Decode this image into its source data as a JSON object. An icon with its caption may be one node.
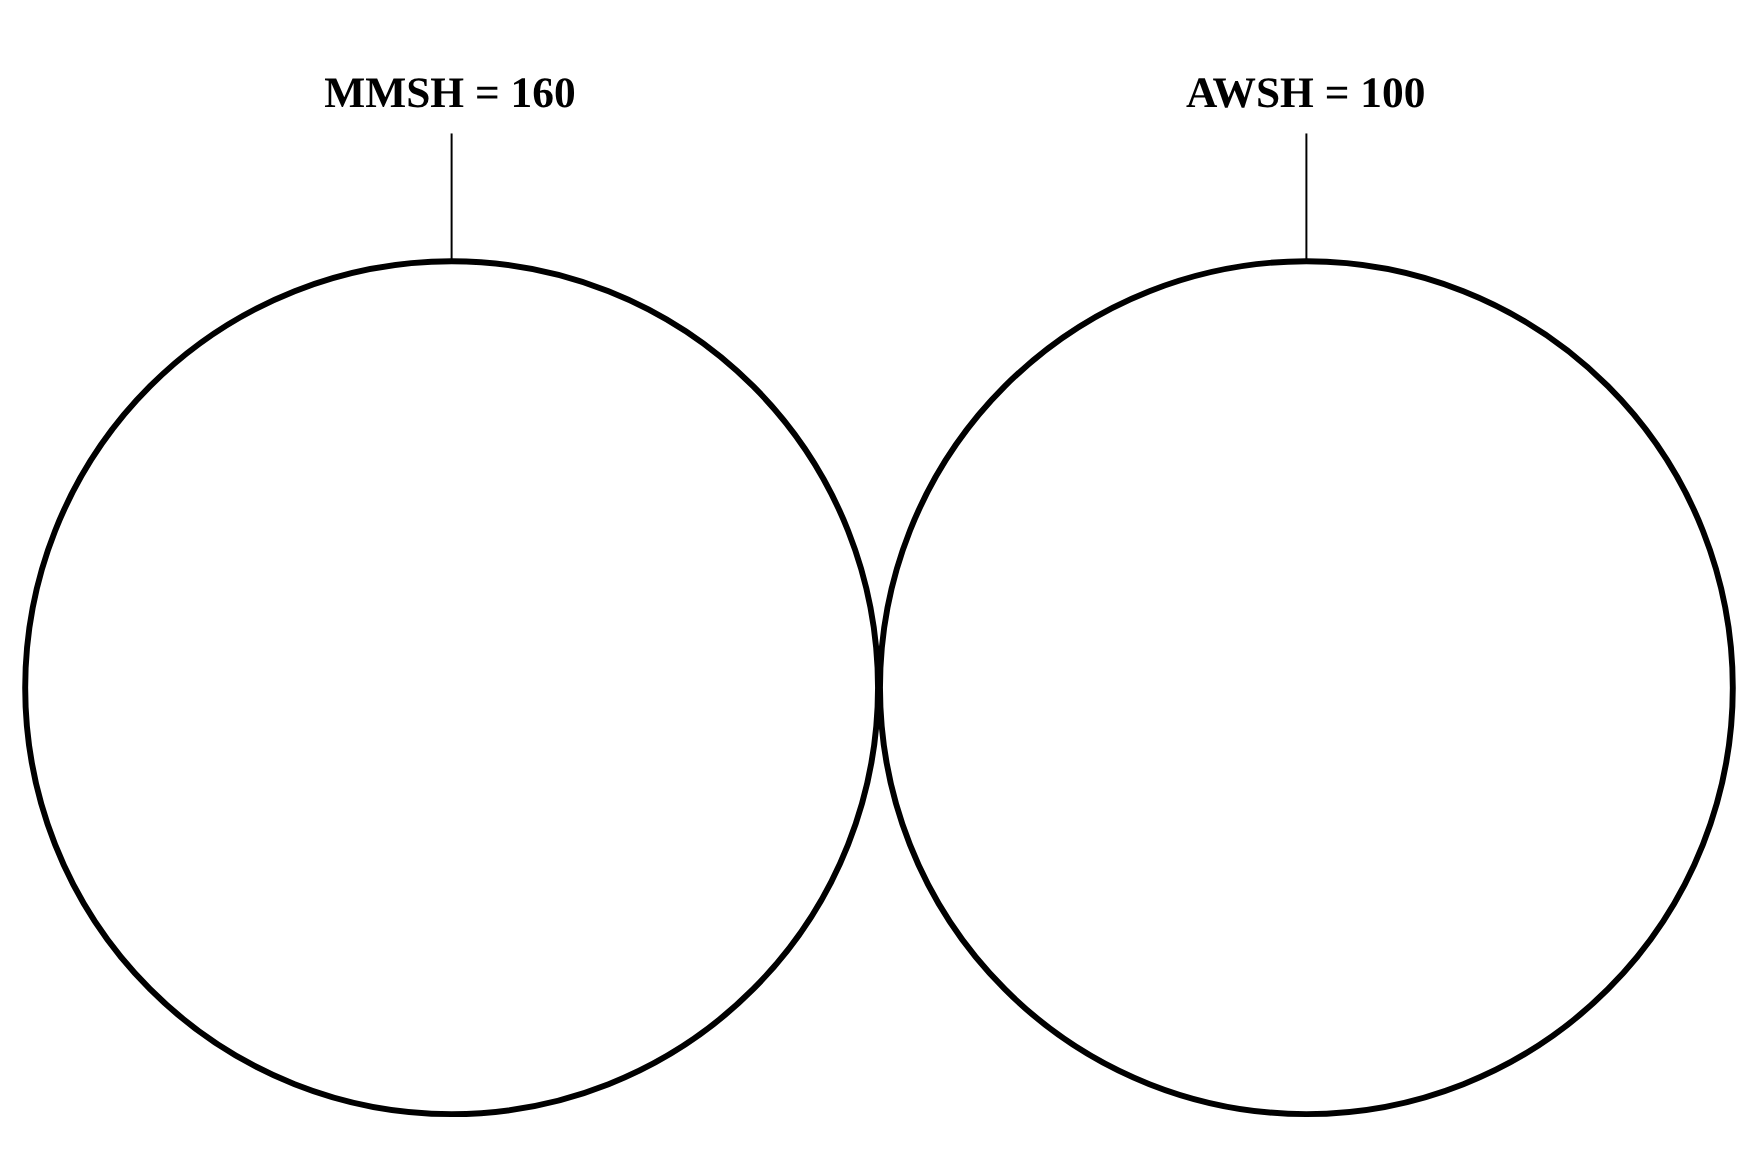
{
  "diagram": {
    "nodes": [
      {
        "text": [
          "MMSH = 160"
        ]
      },
      {
        "text": [
          "AWSH = 100"
        ]
      },
      {
        "text": [],
        "shape": "circle"
      },
      {
        "text": [],
        "shape": "circle"
      }
    ],
    "edges": [
      {
        "from": 0,
        "to": 2,
        "arrow": "none"
      },
      {
        "from": 1,
        "to": 3,
        "arrow": "none"
      }
    ]
  }
}
